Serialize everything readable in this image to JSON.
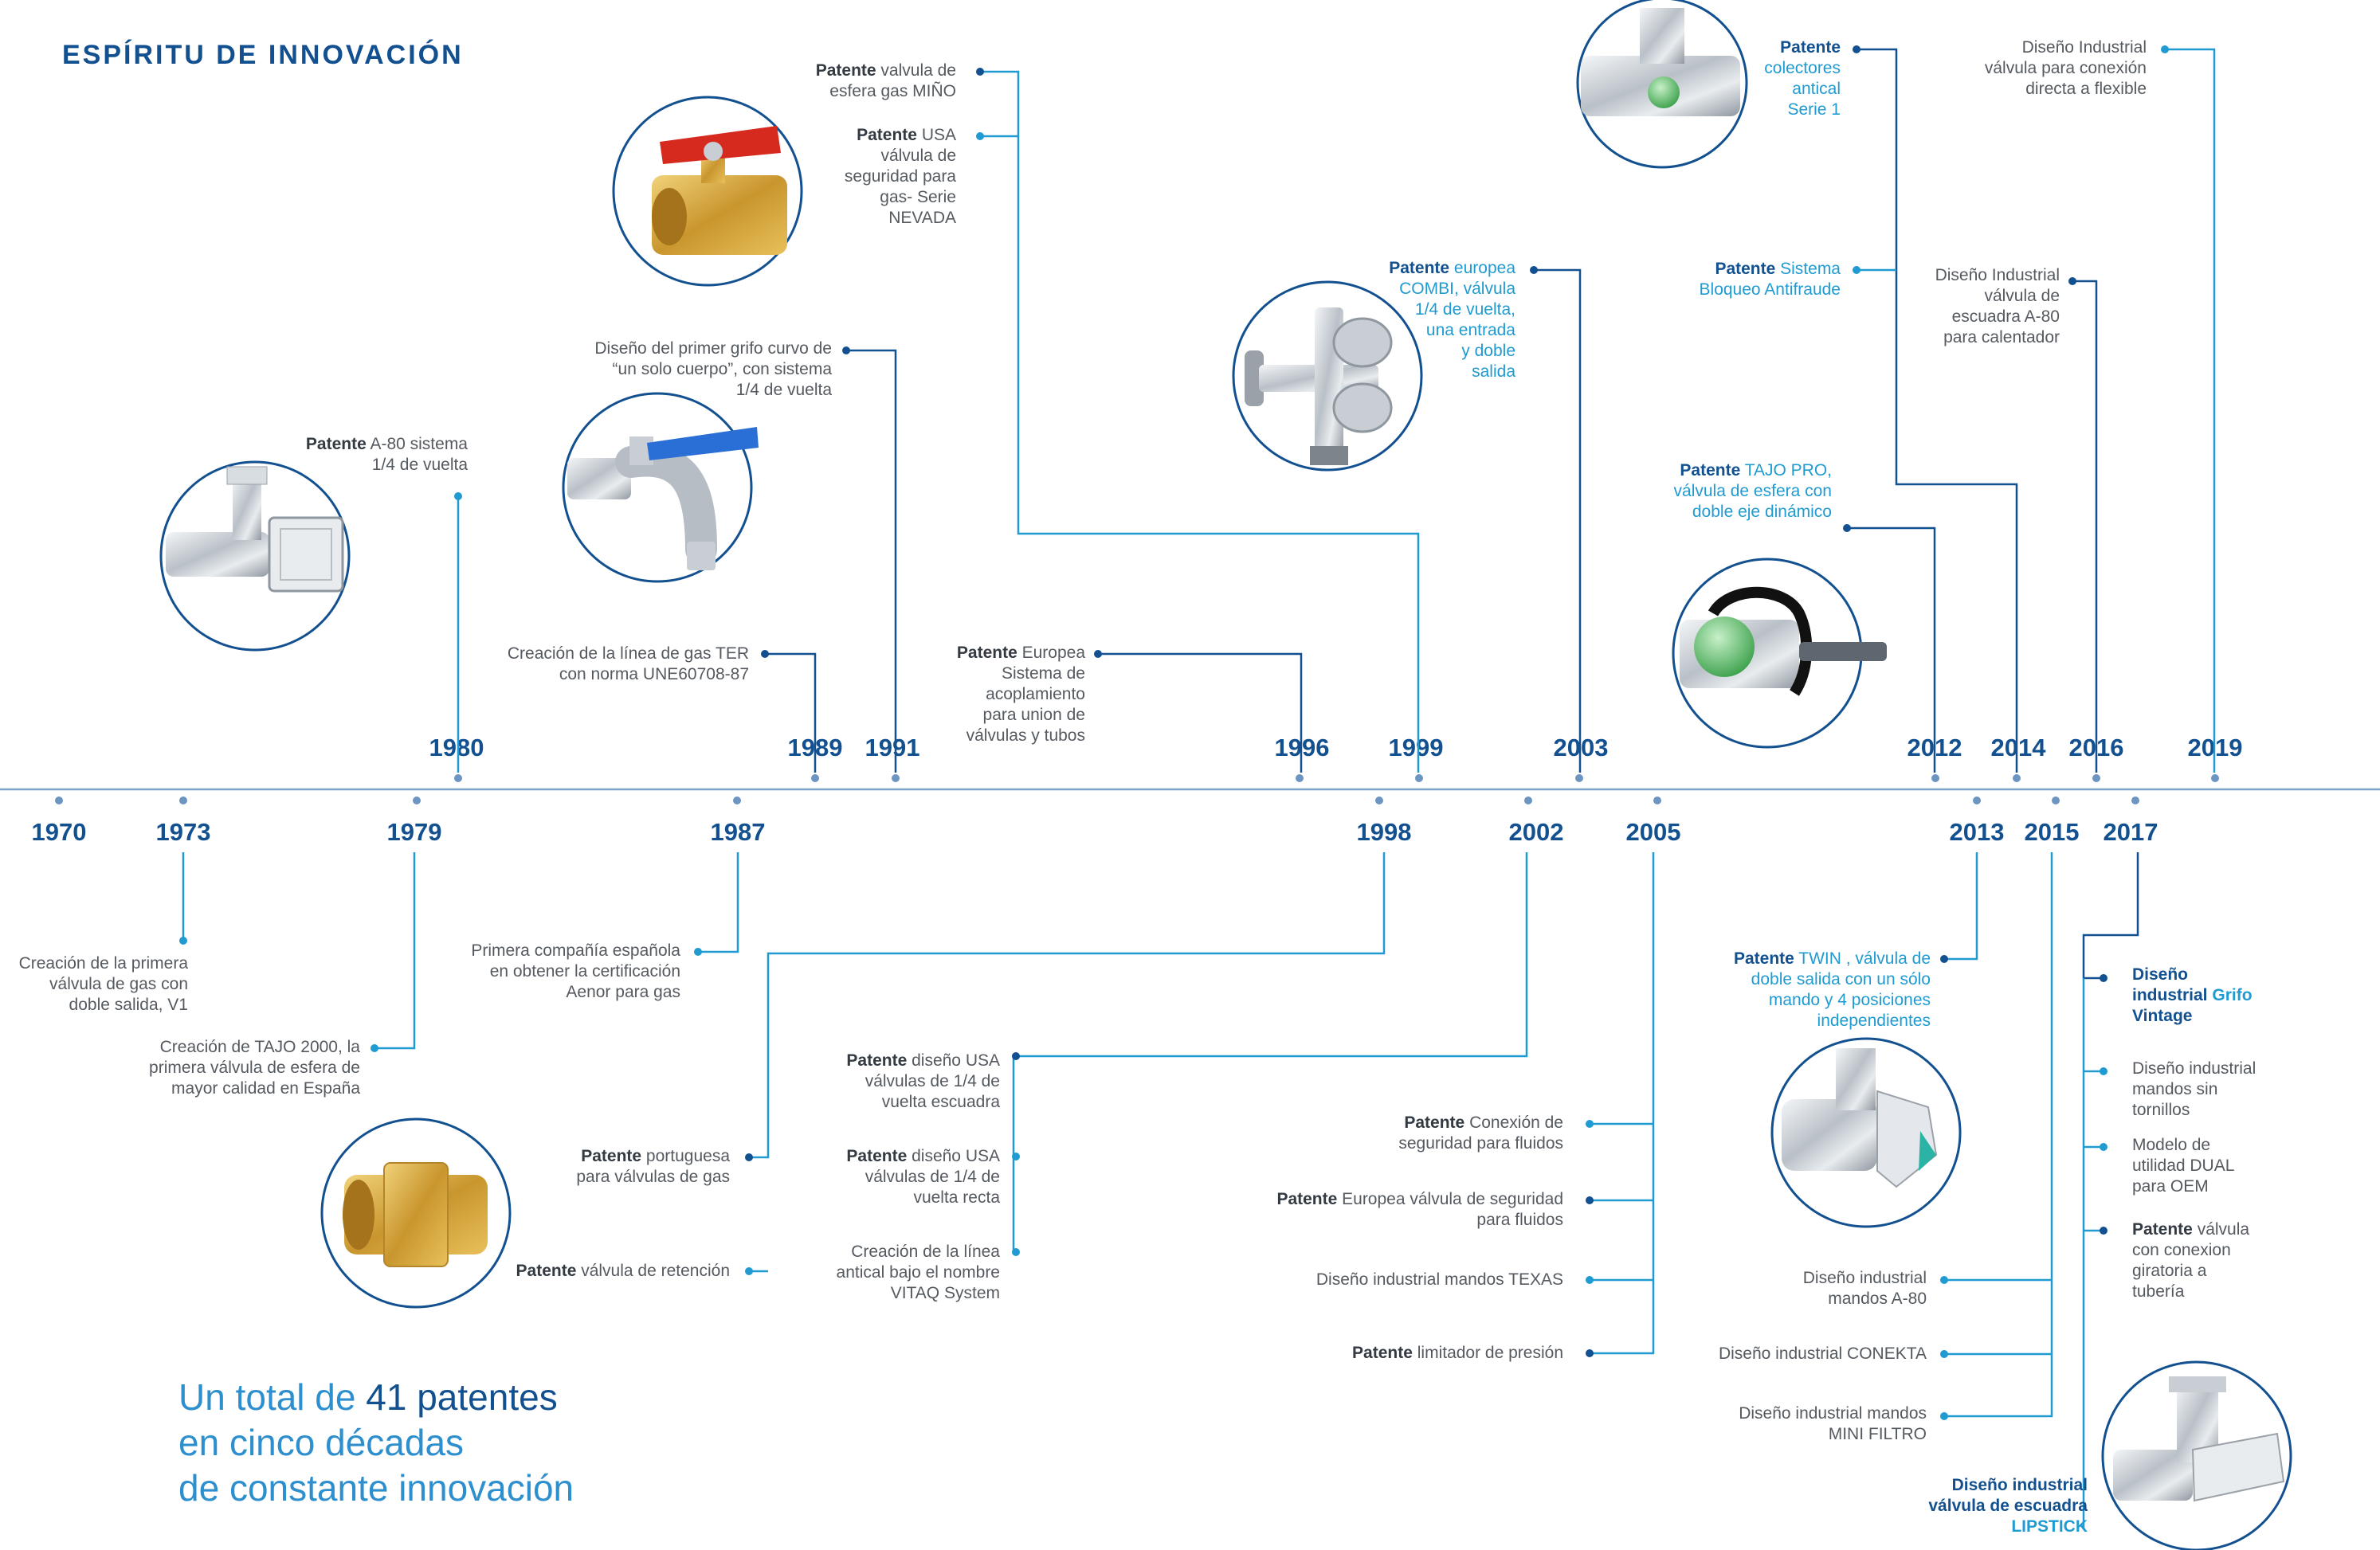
{
  "heading": "ESPÍRITU DE INNOVACIÓN",
  "colors": {
    "dark": "#12508f",
    "light": "#1f9bd2",
    "axis": "#7fa4c9",
    "gray": "#555a60"
  },
  "summary": {
    "prefix": "Un total de",
    "number": "41 patentes",
    "line2": "en cinco décadas",
    "line3": "de constante innovación"
  },
  "years_above": [
    {
      "id": "y1980",
      "label": "1980"
    },
    {
      "id": "y1989",
      "label": "1989"
    },
    {
      "id": "y1991",
      "label": "1991"
    },
    {
      "id": "y1996",
      "label": "1996"
    },
    {
      "id": "y1999",
      "label": "1999"
    },
    {
      "id": "y2003",
      "label": "2003"
    },
    {
      "id": "y2012",
      "label": "2012"
    },
    {
      "id": "y2014",
      "label": "2014"
    },
    {
      "id": "y2016",
      "label": "2016"
    },
    {
      "id": "y2019",
      "label": "2019"
    }
  ],
  "years_below": [
    {
      "id": "y1970",
      "label": "1970"
    },
    {
      "id": "y1973",
      "label": "1973"
    },
    {
      "id": "y1979",
      "label": "1979"
    },
    {
      "id": "y1987",
      "label": "1987"
    },
    {
      "id": "y1998",
      "label": "1998"
    },
    {
      "id": "y2002",
      "label": "2002"
    },
    {
      "id": "y2005",
      "label": "2005"
    },
    {
      "id": "y2013",
      "label": "2013"
    },
    {
      "id": "y2015",
      "label": "2015"
    },
    {
      "id": "y2017",
      "label": "2017"
    }
  ],
  "milestones": [
    {
      "id": "m1980",
      "lines": [
        [
          [
            "b",
            "Patente"
          ],
          [
            "n",
            " A-80 sistema"
          ]
        ],
        [
          [
            "n",
            "1/4 de vuelta"
          ]
        ]
      ]
    },
    {
      "id": "m1989",
      "lines": [
        [
          [
            "n",
            "Creación de la línea de gas TER"
          ]
        ],
        [
          [
            "n",
            "con norma UNE60708-87"
          ]
        ]
      ]
    },
    {
      "id": "m1991",
      "lines": [
        [
          [
            "n",
            "Diseño del primer grifo curvo de"
          ]
        ],
        [
          [
            "n",
            "“un solo cuerpo”, con sistema"
          ]
        ],
        [
          [
            "n",
            "1/4 de vuelta"
          ]
        ]
      ]
    },
    {
      "id": "m1999a",
      "lines": [
        [
          [
            "b",
            "Patente"
          ],
          [
            "n",
            " valvula de"
          ]
        ],
        [
          [
            "n",
            "esfera gas MIÑO"
          ]
        ]
      ]
    },
    {
      "id": "m1999b",
      "lines": [
        [
          [
            "b",
            "Patente"
          ],
          [
            "n",
            " USA"
          ]
        ],
        [
          [
            "n",
            "válvula de"
          ]
        ],
        [
          [
            "n",
            "seguridad para"
          ]
        ],
        [
          [
            "n",
            "gas- Serie"
          ]
        ],
        [
          [
            "n",
            "NEVADA"
          ]
        ]
      ]
    },
    {
      "id": "m1996",
      "lines": [
        [
          [
            "b",
            "Patente"
          ],
          [
            "n",
            " Europea"
          ]
        ],
        [
          [
            "n",
            "Sistema de"
          ]
        ],
        [
          [
            "n",
            "acoplamiento"
          ]
        ],
        [
          [
            "n",
            "para union de"
          ]
        ],
        [
          [
            "n",
            "válvulas y tubos"
          ]
        ]
      ]
    },
    {
      "id": "m2003",
      "lines": [
        [
          [
            "nb",
            "Patente"
          ],
          [
            "lb",
            " europea"
          ]
        ],
        [
          [
            "lb",
            "COMBI, válvula"
          ]
        ],
        [
          [
            "lb",
            "1/4 de vuelta,"
          ]
        ],
        [
          [
            "lb",
            "una entrada"
          ]
        ],
        [
          [
            "lb",
            "y doble"
          ]
        ],
        [
          [
            "lb",
            "salida"
          ]
        ]
      ]
    },
    {
      "id": "m2014a",
      "lines": [
        [
          [
            "nb",
            "Patente"
          ]
        ],
        [
          [
            "lb",
            "colectores"
          ]
        ],
        [
          [
            "lb",
            "antical"
          ]
        ],
        [
          [
            "lb",
            "Serie 1"
          ]
        ]
      ]
    },
    {
      "id": "m2014b",
      "lines": [
        [
          [
            "nb",
            "Patente"
          ],
          [
            "lb",
            " Sistema"
          ]
        ],
        [
          [
            "lb",
            "Bloqueo Antifraude"
          ]
        ]
      ]
    },
    {
      "id": "m2012",
      "lines": [
        [
          [
            "nb",
            "Patente"
          ],
          [
            "lb",
            " TAJO PRO,"
          ]
        ],
        [
          [
            "lb",
            "válvula de esfera con"
          ]
        ],
        [
          [
            "lb",
            "doble eje dinámico"
          ]
        ]
      ]
    },
    {
      "id": "m2019",
      "lines": [
        [
          [
            "n",
            "Diseño Industrial"
          ]
        ],
        [
          [
            "n",
            "válvula para conexión"
          ]
        ],
        [
          [
            "n",
            "directa a flexible"
          ]
        ]
      ]
    },
    {
      "id": "m2016",
      "lines": [
        [
          [
            "n",
            "Diseño Industrial"
          ]
        ],
        [
          [
            "n",
            "válvula de"
          ]
        ],
        [
          [
            "n",
            "escuadra A-80"
          ]
        ],
        [
          [
            "n",
            "para  calentador"
          ]
        ]
      ]
    },
    {
      "id": "m1973",
      "lines": [
        [
          [
            "n",
            "Creación de la primera"
          ]
        ],
        [
          [
            "n",
            "válvula de gas con"
          ]
        ],
        [
          [
            "n",
            "doble salida, V1"
          ]
        ]
      ]
    },
    {
      "id": "m1979",
      "lines": [
        [
          [
            "n",
            "Creación de TAJO 2000, la"
          ]
        ],
        [
          [
            "n",
            "primera válvula de esfera de"
          ]
        ],
        [
          [
            "n",
            "mayor calidad en España"
          ]
        ]
      ]
    },
    {
      "id": "m1987",
      "lines": [
        [
          [
            "n",
            "Primera compañía española"
          ]
        ],
        [
          [
            "n",
            "en obtener la certificación"
          ]
        ],
        [
          [
            "n",
            "Aenor para gas"
          ]
        ]
      ]
    },
    {
      "id": "m1998a",
      "lines": [
        [
          [
            "b",
            "Patente"
          ],
          [
            "n",
            " portuguesa"
          ]
        ],
        [
          [
            "n",
            "para válvulas de gas"
          ]
        ]
      ]
    },
    {
      "id": "m1998b",
      "lines": [
        [
          [
            "b",
            "Patente"
          ],
          [
            "n",
            " válvula de retención"
          ]
        ]
      ]
    },
    {
      "id": "m2002a",
      "lines": [
        [
          [
            "b",
            "Patente"
          ],
          [
            "n",
            " diseño USA"
          ]
        ],
        [
          [
            "n",
            "válvulas de 1/4 de"
          ]
        ],
        [
          [
            "n",
            "vuelta escuadra"
          ]
        ]
      ]
    },
    {
      "id": "m2002b",
      "lines": [
        [
          [
            "b",
            "Patente"
          ],
          [
            "n",
            " diseño USA"
          ]
        ],
        [
          [
            "n",
            "válvulas de 1/4 de"
          ]
        ],
        [
          [
            "n",
            "vuelta recta"
          ]
        ]
      ]
    },
    {
      "id": "m2002c",
      "lines": [
        [
          [
            "n",
            "Creación de la línea"
          ]
        ],
        [
          [
            "n",
            "antical bajo el nombre"
          ]
        ],
        [
          [
            "n",
            "VITAQ System"
          ]
        ]
      ]
    },
    {
      "id": "m2005a",
      "lines": [
        [
          [
            "b",
            "Patente"
          ],
          [
            "n",
            " Conexión de"
          ]
        ],
        [
          [
            "n",
            "seguridad para fluidos"
          ]
        ]
      ]
    },
    {
      "id": "m2005b",
      "lines": [
        [
          [
            "b",
            "Patente"
          ],
          [
            "n",
            " Europea válvula de seguridad"
          ]
        ],
        [
          [
            "n",
            "para fluidos"
          ]
        ]
      ]
    },
    {
      "id": "m2005c",
      "lines": [
        [
          [
            "n",
            "Diseño industrial mandos TEXAS"
          ]
        ]
      ]
    },
    {
      "id": "m2005d",
      "lines": [
        [
          [
            "b",
            "Patente"
          ],
          [
            "n",
            " limitador de presión"
          ]
        ]
      ]
    },
    {
      "id": "m2013",
      "lines": [
        [
          [
            "nb",
            "Patente"
          ],
          [
            "lb",
            " TWIN , válvula de"
          ]
        ],
        [
          [
            "lb",
            "doble salida con un sólo"
          ]
        ],
        [
          [
            "lb",
            "mando y 4 posiciones"
          ]
        ],
        [
          [
            "lb",
            "independientes"
          ]
        ]
      ]
    },
    {
      "id": "m2015a",
      "lines": [
        [
          [
            "n",
            "Diseño industrial"
          ]
        ],
        [
          [
            "n",
            "mandos A-80"
          ]
        ]
      ]
    },
    {
      "id": "m2015b",
      "lines": [
        [
          [
            "n",
            "Diseño industrial CONEKTA"
          ]
        ]
      ]
    },
    {
      "id": "m2015c",
      "lines": [
        [
          [
            "n",
            "Diseño industrial mandos"
          ]
        ],
        [
          [
            "n",
            "MINI FILTRO"
          ]
        ]
      ]
    },
    {
      "id": "m2017a",
      "lines": [
        [
          [
            "nb",
            "Diseño"
          ]
        ],
        [
          [
            "nb",
            "industrial "
          ],
          [
            "lbb",
            "Grifo"
          ]
        ],
        [
          [
            "nb",
            "Vintage"
          ]
        ]
      ]
    },
    {
      "id": "m2017b",
      "lines": [
        [
          [
            "n",
            "Diseño industrial"
          ]
        ],
        [
          [
            "n",
            "mandos sin"
          ]
        ],
        [
          [
            "n",
            "tornillos"
          ]
        ]
      ]
    },
    {
      "id": "m2017c",
      "lines": [
        [
          [
            "n",
            "Modelo de"
          ]
        ],
        [
          [
            "n",
            "utilidad DUAL"
          ]
        ],
        [
          [
            "n",
            "para OEM"
          ]
        ]
      ]
    },
    {
      "id": "m2017d",
      "lines": [
        [
          [
            "b",
            "Patente"
          ],
          [
            "n",
            " válvula"
          ]
        ],
        [
          [
            "n",
            "con conexion"
          ]
        ],
        [
          [
            "n",
            "giratoria a"
          ]
        ],
        [
          [
            "n",
            "tubería"
          ]
        ]
      ]
    },
    {
      "id": "m2017e",
      "lines": [
        [
          [
            "nb",
            "Diseño industrial"
          ]
        ],
        [
          [
            "nb",
            "válvula de escuadra"
          ]
        ],
        [
          [
            "lbb",
            "LIPSTICK"
          ]
        ]
      ]
    }
  ],
  "product_images": [
    {
      "id": "img-a80",
      "icon": "angle-valve-a80"
    },
    {
      "id": "img-tap",
      "icon": "curved-tap-blue-lever"
    },
    {
      "id": "img-gas",
      "icon": "gas-ball-valve-red-lever"
    },
    {
      "id": "img-combi",
      "icon": "combi-valve"
    },
    {
      "id": "img-collector",
      "icon": "collector-antical"
    },
    {
      "id": "img-tajopro",
      "icon": "tajo-pro-ball-valve"
    },
    {
      "id": "img-retention",
      "icon": "brass-check-valve"
    },
    {
      "id": "img-twin",
      "icon": "twin-valve"
    },
    {
      "id": "img-lipstick",
      "icon": "lipstick-angle-valve"
    }
  ]
}
